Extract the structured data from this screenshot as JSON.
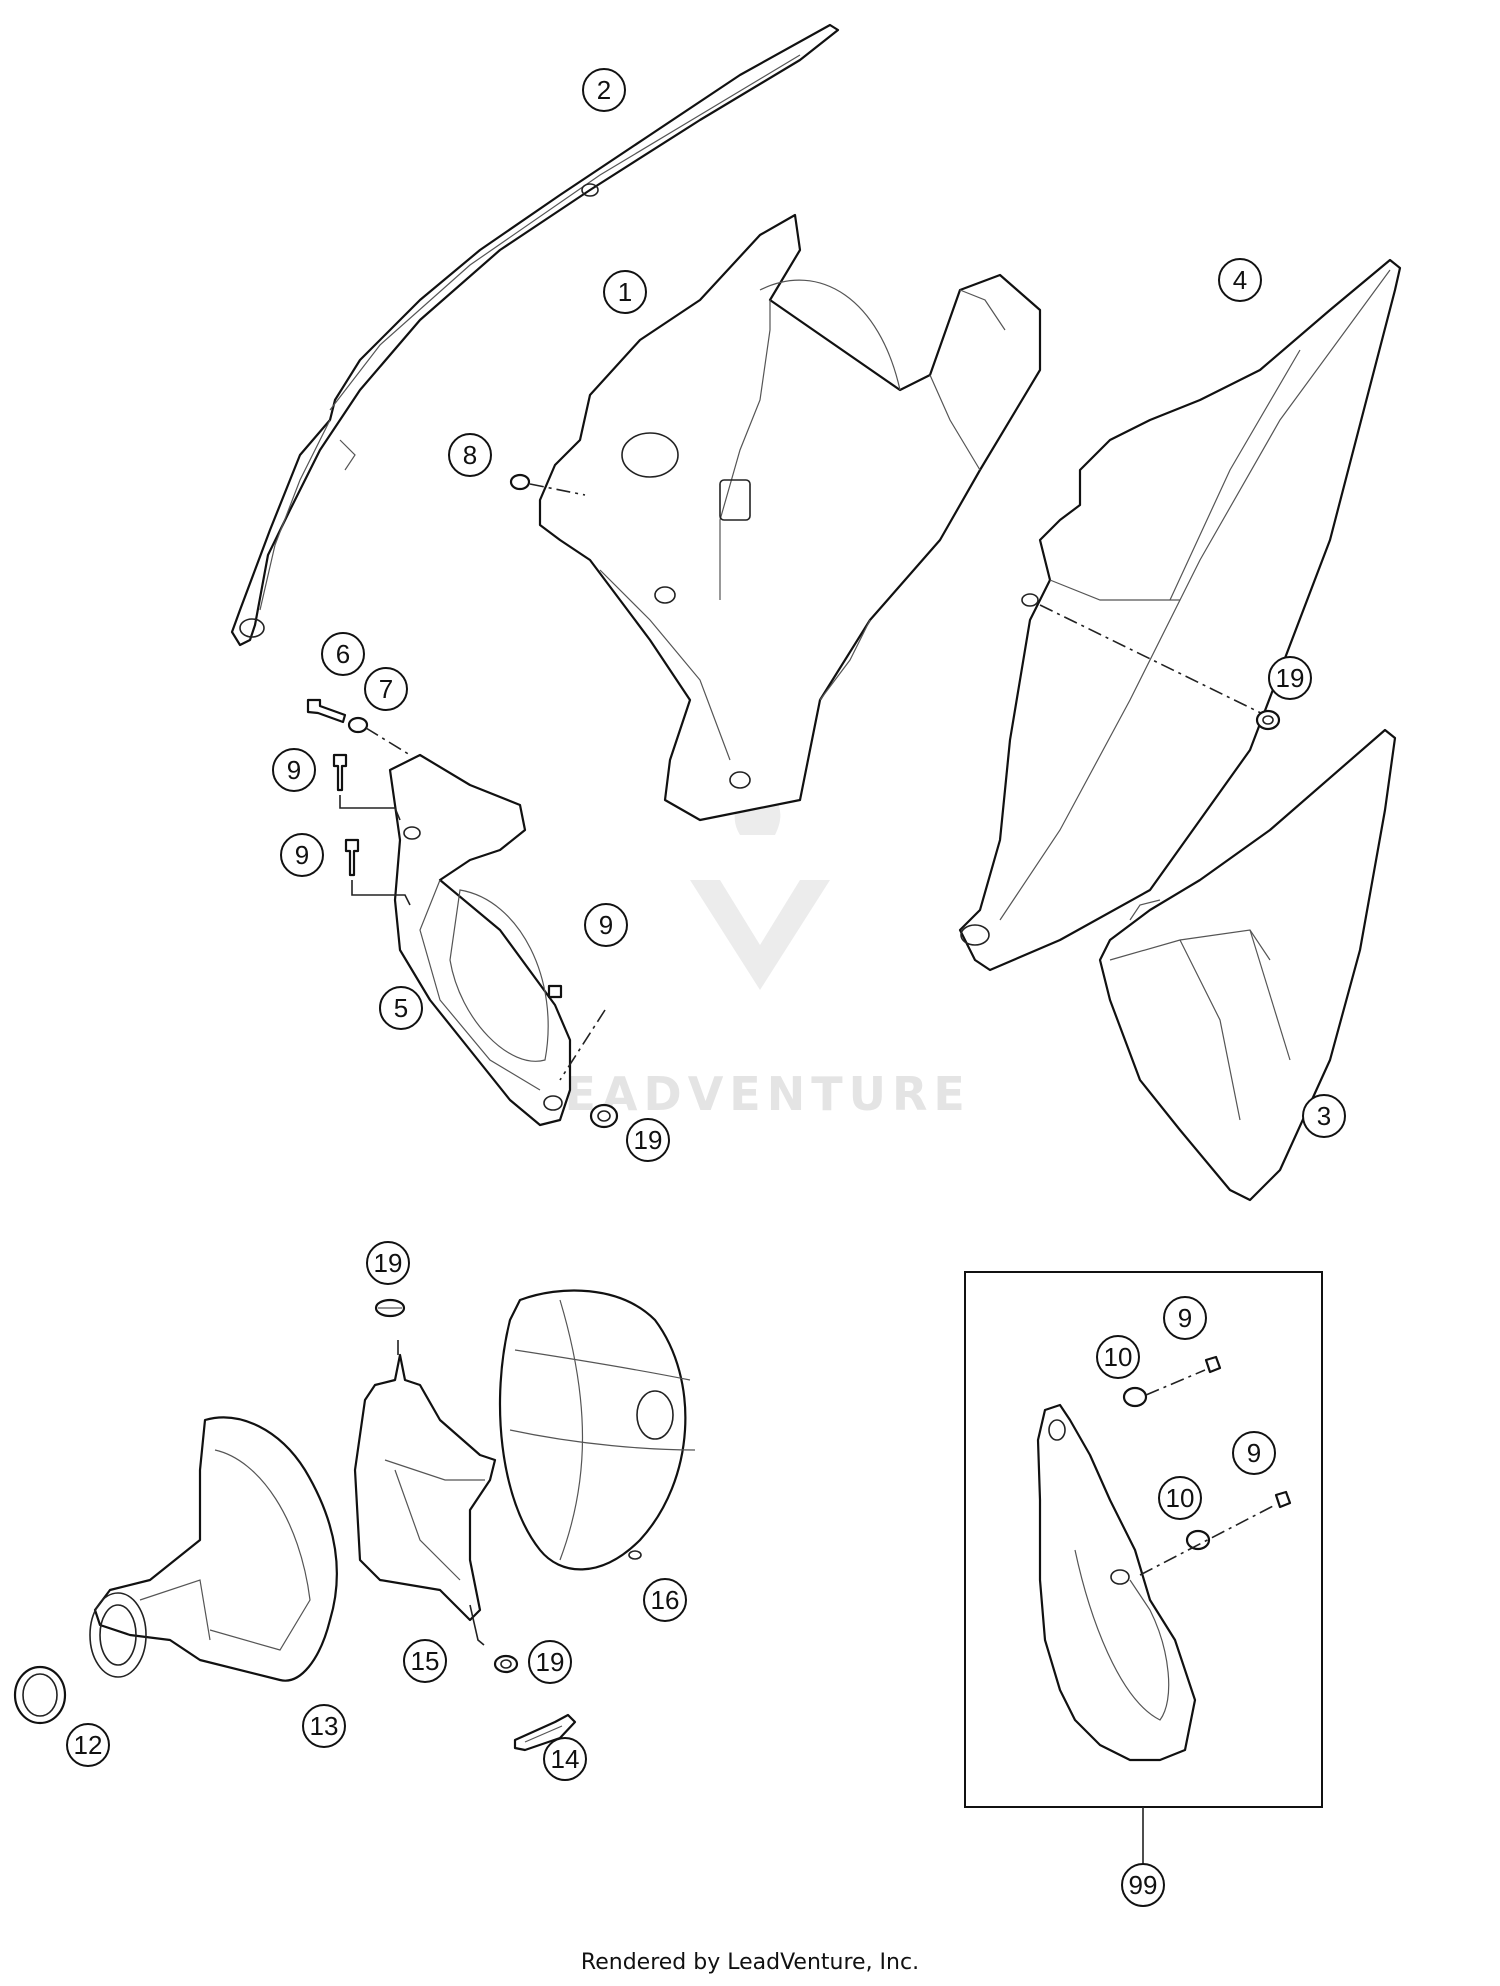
{
  "watermark": "LEADVENTURE",
  "footer": "Rendered by LeadVenture, Inc.",
  "callouts": [
    "1",
    "2",
    "3",
    "4",
    "5",
    "6",
    "7",
    "8",
    "9",
    "9",
    "9",
    "19",
    "19",
    "19",
    "19",
    "10",
    "9",
    "10",
    "9",
    "12",
    "13",
    "14",
    "15",
    "16",
    "99"
  ]
}
